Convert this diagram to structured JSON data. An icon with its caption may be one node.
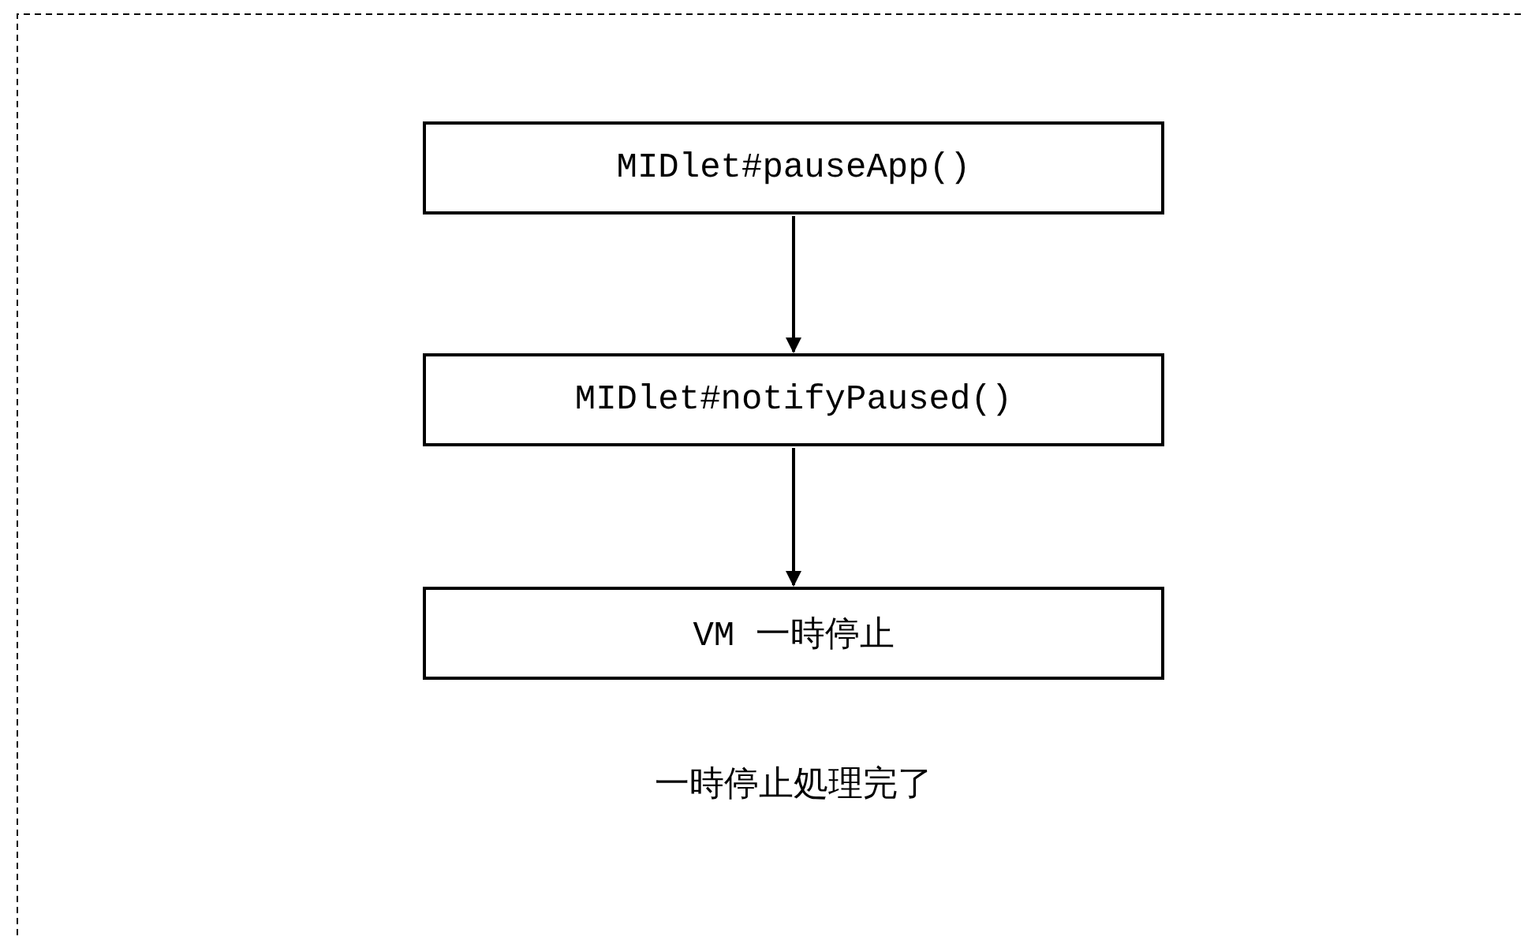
{
  "diagram": {
    "nodes": [
      {
        "text": [
          "MIDlet#pauseApp()"
        ]
      },
      {
        "text": [
          "MIDlet#notifyPaused()"
        ]
      },
      {
        "text": [
          "VM 一時停止"
        ]
      }
    ],
    "edges": [
      {
        "from": 0,
        "to": 1,
        "arrow": "to"
      },
      {
        "from": 1,
        "to": 2,
        "arrow": "to"
      }
    ],
    "labels": [
      "一時停止処理完了"
    ]
  }
}
